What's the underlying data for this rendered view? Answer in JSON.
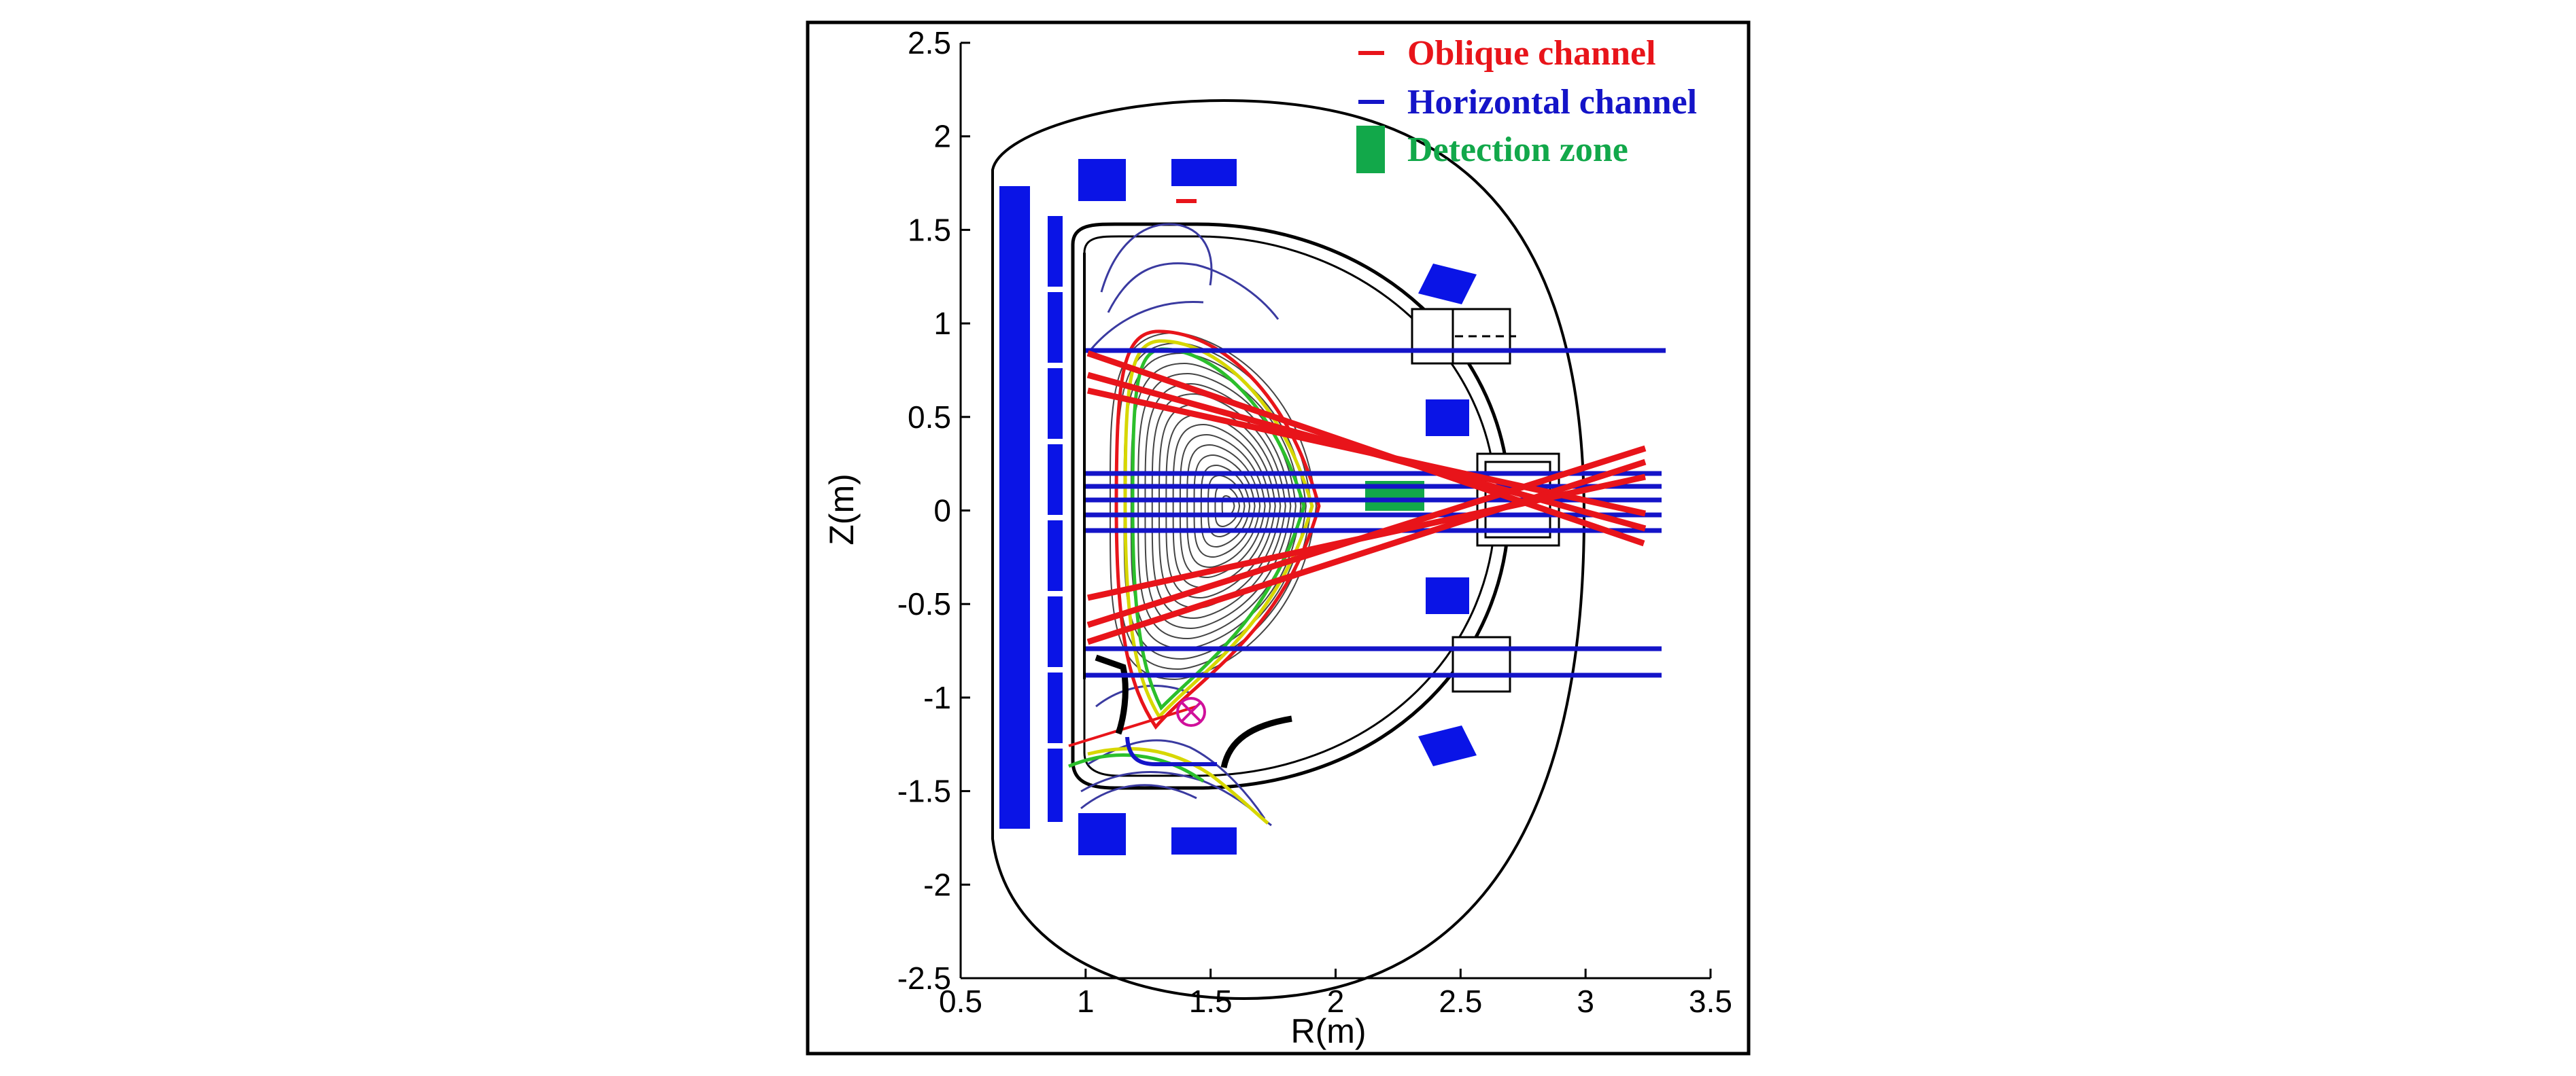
{
  "figure": {
    "xlabel": "R(m)",
    "ylabel": "Z(m)",
    "xlim": [
      0.5,
      3.5
    ],
    "ylim": [
      -2.5,
      2.5
    ],
    "x_ticks": [
      "0.5",
      "1",
      "1.5",
      "2",
      "2.5",
      "3",
      "3.5"
    ],
    "y_ticks": [
      "2.5",
      "2",
      "1.5",
      "1",
      "0.5",
      "0",
      "-0.5",
      "-1",
      "-1.5",
      "-2",
      "-2.5"
    ]
  },
  "legend": [
    {
      "label": "Oblique channel",
      "color": "#e8141a"
    },
    {
      "label": "Horizontal channel",
      "color": "#1414c8"
    },
    {
      "label": "Detection zone",
      "color": "#12a84a"
    }
  ],
  "colors": {
    "coil": "#0a14e6",
    "flux": "#3a3aa0",
    "separatrix_yellow": "#d7d700",
    "separatrix_green": "#2bbf2b",
    "xpoint_marker": "#d0109a"
  }
}
